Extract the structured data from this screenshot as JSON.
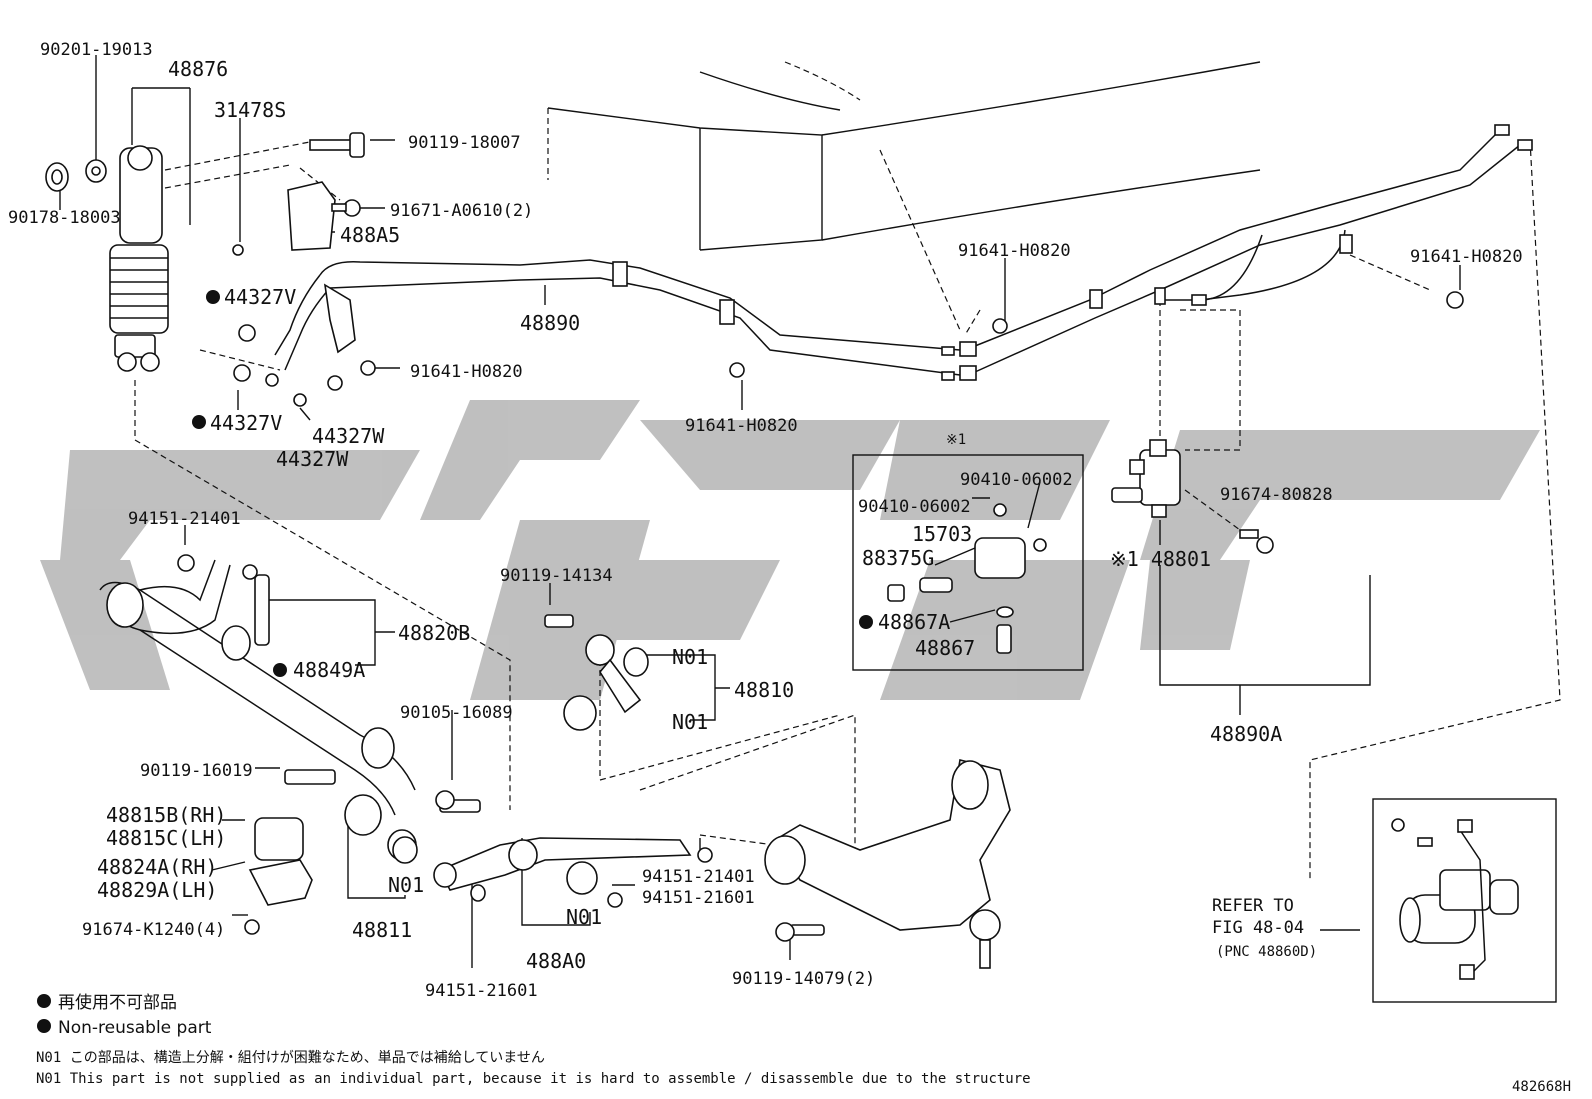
{
  "diagram_code": "482668H",
  "reference": {
    "line1": "REFER TO",
    "line2": "FIG 48-04",
    "line3": "(PNC 48860D)"
  },
  "legend": {
    "jp": "再使用不可部品",
    "en": "Non-reusable part",
    "n01_jp": "N01 この部品は、構造上分解・組付けが困難なため、単品では補給していません",
    "n01_en": "N01 This part is not supplied as an individual part, because it is hard to assemble / disassemble due to the structure"
  },
  "labels": {
    "p90201_19013": "90201-19013",
    "p48876": "48876",
    "p31478S": "31478S",
    "p90119_18007": "90119-18007",
    "p91671_A0610": "91671-A0610(2)",
    "p488A5": "488A5",
    "p90178_18003": "90178-18003",
    "p44327V_a": "44327V",
    "p44327V_b": "44327V",
    "p44327W_a": "44327W",
    "p44327W_b": "44327W",
    "p48890": "48890",
    "p91641_H0820_a": "91641-H0820",
    "p91641_H0820_b": "91641-H0820",
    "p91641_H0820_c": "91641-H0820",
    "p91641_H0820_d": "91641-H0820",
    "star1": "※1",
    "p90410_06002_a": "90410-06002",
    "p90410_06002_b": "90410-06002",
    "p15703": "15703",
    "p88375G": "88375G",
    "p48867A": "48867A",
    "p48867": "48867",
    "p91674_80828": "91674-80828",
    "p48801": "※1 48801",
    "p48890A": "48890A",
    "p94151_21401_a": "94151-21401",
    "p48820B": "48820B",
    "p48849A": "48849A",
    "p90119_14134": "90119-14134",
    "N01_a": "N01",
    "N01_b": "N01",
    "p48810": "48810",
    "p90105_16089": "90105-16089",
    "p90119_16019": "90119-16019",
    "p48815B": "48815B(RH)",
    "p48815C": "48815C(LH)",
    "p48824A": "48824A(RH)",
    "p48829A": "48829A(LH)",
    "p91674_K1240": "91674-K1240(4)",
    "N01_c": "N01",
    "p48811": "48811",
    "p94151_21601_a": "94151-21601",
    "N01_d": "N01",
    "p488A0": "488A0",
    "p94151_21401_b": "94151-21401",
    "p94151_21601_b": "94151-21601",
    "p90119_14079": "90119-14079(2)"
  }
}
